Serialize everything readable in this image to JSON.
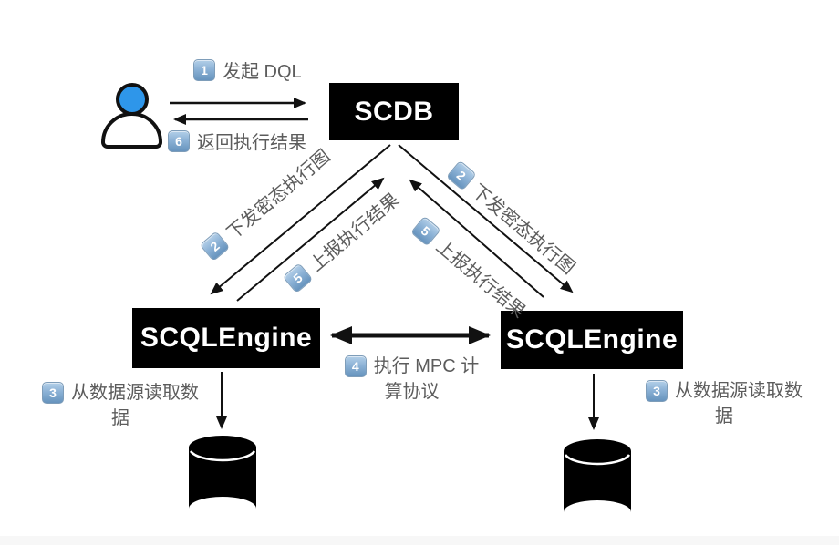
{
  "nodes": {
    "scdb": "SCDB",
    "engine_left": "SCQLEngine",
    "engine_right": "SCQLEngine"
  },
  "steps": {
    "s1": {
      "num": "1",
      "text": "发起 DQL"
    },
    "s2": {
      "num": "2",
      "text": "下发密态执行图"
    },
    "s3": {
      "num": "3",
      "line1": "从数据源读取数",
      "line2": "据"
    },
    "s4": {
      "num": "4",
      "line1": "执行 MPC 计",
      "line2": "算协议"
    },
    "s5": {
      "num": "5",
      "text": "上报执行结果"
    },
    "s6": {
      "num": "6",
      "text": "返回执行结果"
    }
  },
  "icons": {
    "user": "user-icon",
    "database_left": "database-icon",
    "database_right": "database-icon"
  },
  "colors": {
    "node_background": "#000000",
    "node_text": "#ffffff",
    "label_text": "#5c5c5c",
    "badge_blue_top": "#b3cfe8",
    "badge_blue_bottom": "#6693bd",
    "person_head_blue": "#2e96ea",
    "arrow_black": "#111111"
  }
}
